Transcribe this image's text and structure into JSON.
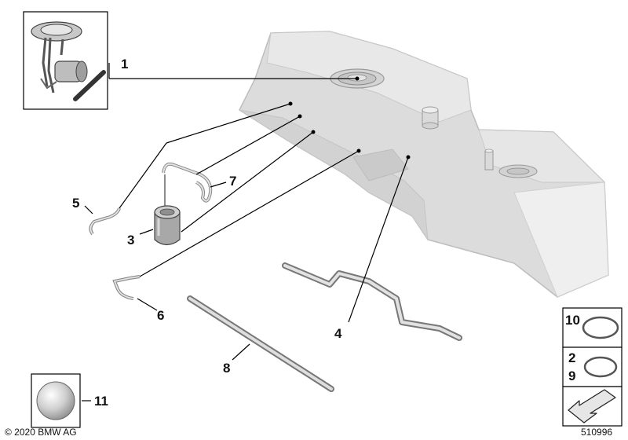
{
  "callouts": {
    "c1": "1",
    "c2": "2",
    "c3": "3",
    "c4": "4",
    "c5": "5",
    "c6": "6",
    "c7": "7",
    "c8": "8",
    "c9": "9",
    "c10": "10",
    "c11": "11"
  },
  "copyright": "© 2020 BMW AG",
  "diagram_number": "510996",
  "colors": {
    "tank_fill": "#dcdcdc",
    "tank_light": "#eeeeee",
    "tank_dark": "#c4c4c4",
    "part_gray": "#bfbfbf",
    "line": "#000000"
  }
}
